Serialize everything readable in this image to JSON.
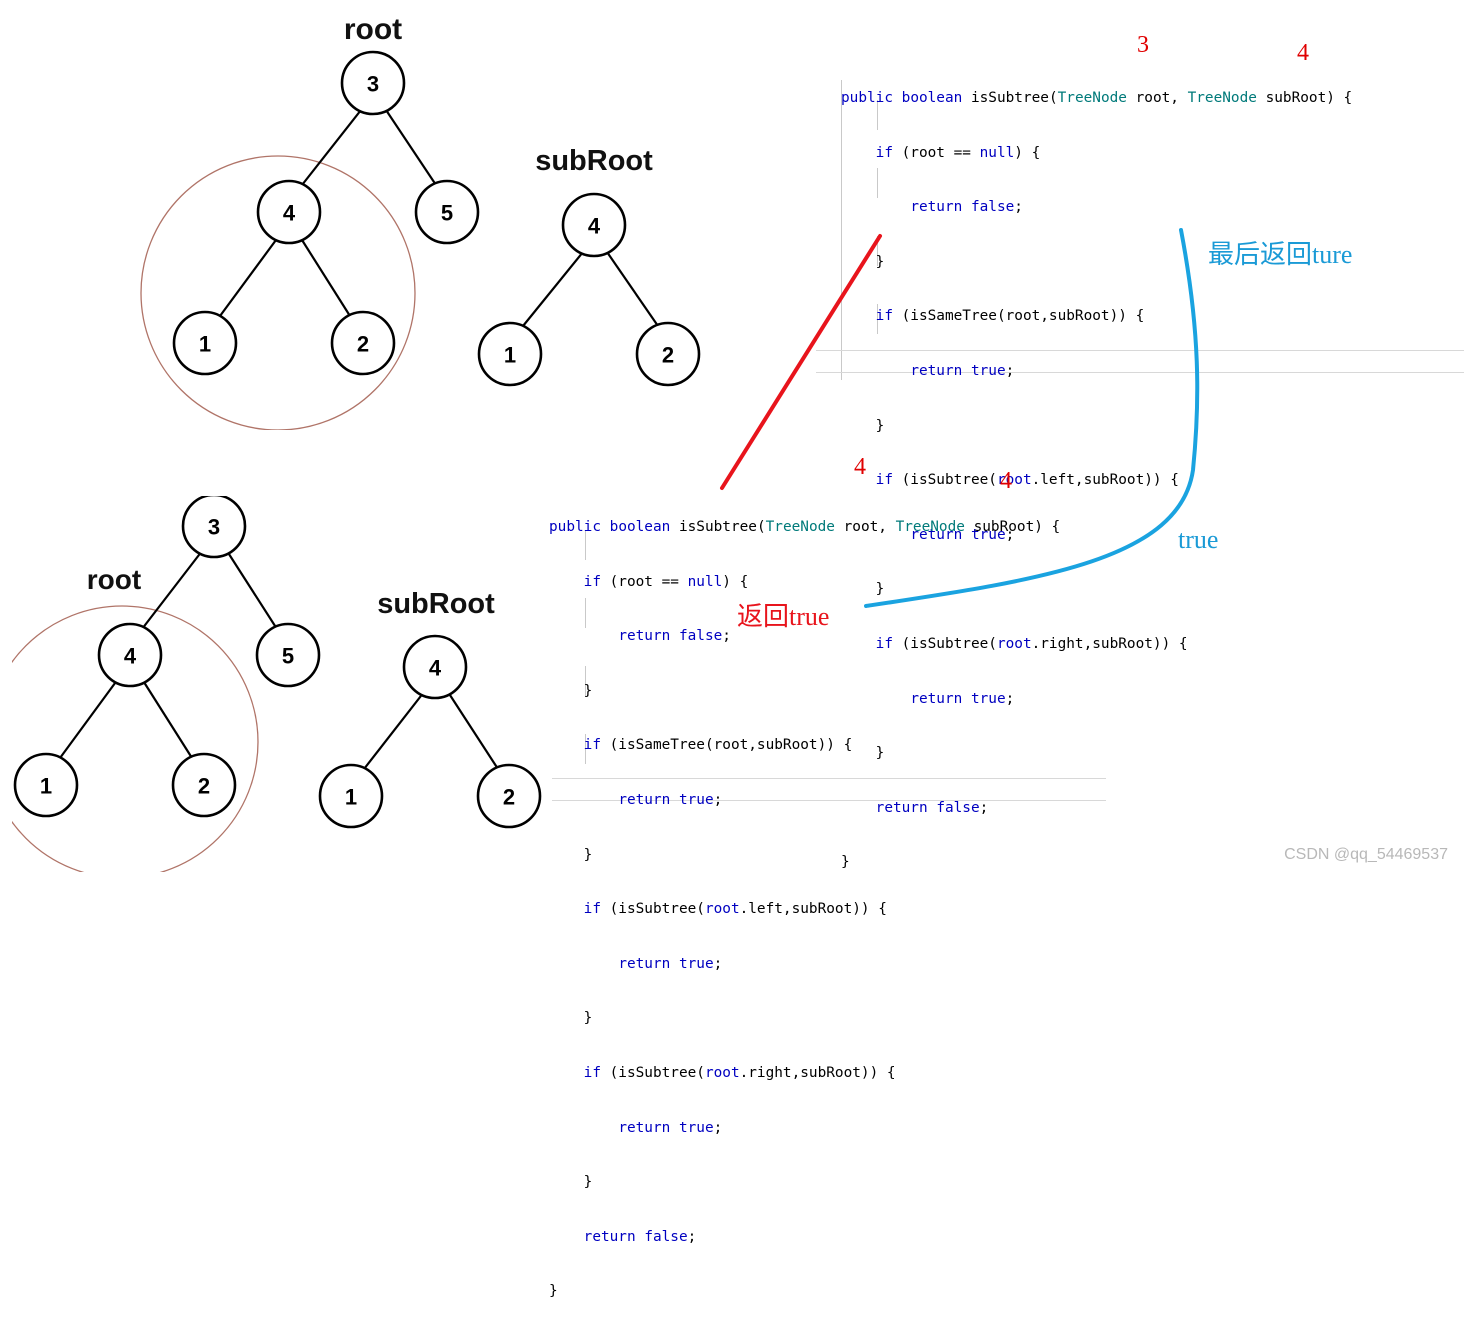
{
  "top_left": {
    "root_label": "root",
    "subroot_label": "subRoot",
    "root_tree": {
      "root": "3",
      "left": "4",
      "right": "5",
      "ll": "1",
      "lr": "2"
    },
    "sub_tree": {
      "root": "4",
      "left": "1",
      "right": "2"
    }
  },
  "bottom_left": {
    "root_label": "root",
    "subroot_label": "subRoot",
    "root_tree": {
      "root": "3",
      "left": "4",
      "right": "5",
      "ll": "1",
      "lr": "2"
    },
    "sub_tree": {
      "root": "4",
      "left": "1",
      "right": "2"
    }
  },
  "code_top": {
    "num_root": "3",
    "num_sub": "4",
    "lines": [
      "public boolean isSubtree(TreeNode root, TreeNode subRoot) {",
      "    if (root == null) {",
      "        return false;",
      "    }",
      "    if (isSameTree(root,subRoot)) {",
      "        return true;",
      "    }",
      "    if (isSubtree(root.left,subRoot)) {",
      "        return true;",
      "    }",
      "    if (isSubtree(root.right,subRoot)) {",
      "        return true;",
      "    }",
      "    return false;",
      "}"
    ]
  },
  "code_bottom": {
    "num_root": "4",
    "num_sub": "4",
    "lines": [
      "public boolean isSubtree(TreeNode root, TreeNode subRoot) {",
      "    if (root == null) {",
      "        return false;",
      "    }",
      "    if (isSameTree(root,subRoot)) {",
      "        return true;",
      "    }",
      "    if (isSubtree(root.left,subRoot)) {",
      "        return true;",
      "    }",
      "    if (isSubtree(root.right,subRoot)) {",
      "        return true;",
      "    }",
      "    return false;",
      "}"
    ]
  },
  "annotations": {
    "final_return": "最后返回ture",
    "true_label": "true",
    "return_true": "返回true"
  },
  "colors": {
    "red_line": "#e8141c",
    "blue_line": "#1aa3e0",
    "annotation_blue": "#1a9ad6",
    "annotation_red": "#e8141c",
    "circle_outline": "#b07468"
  },
  "watermark": "CSDN @qq_54469537"
}
